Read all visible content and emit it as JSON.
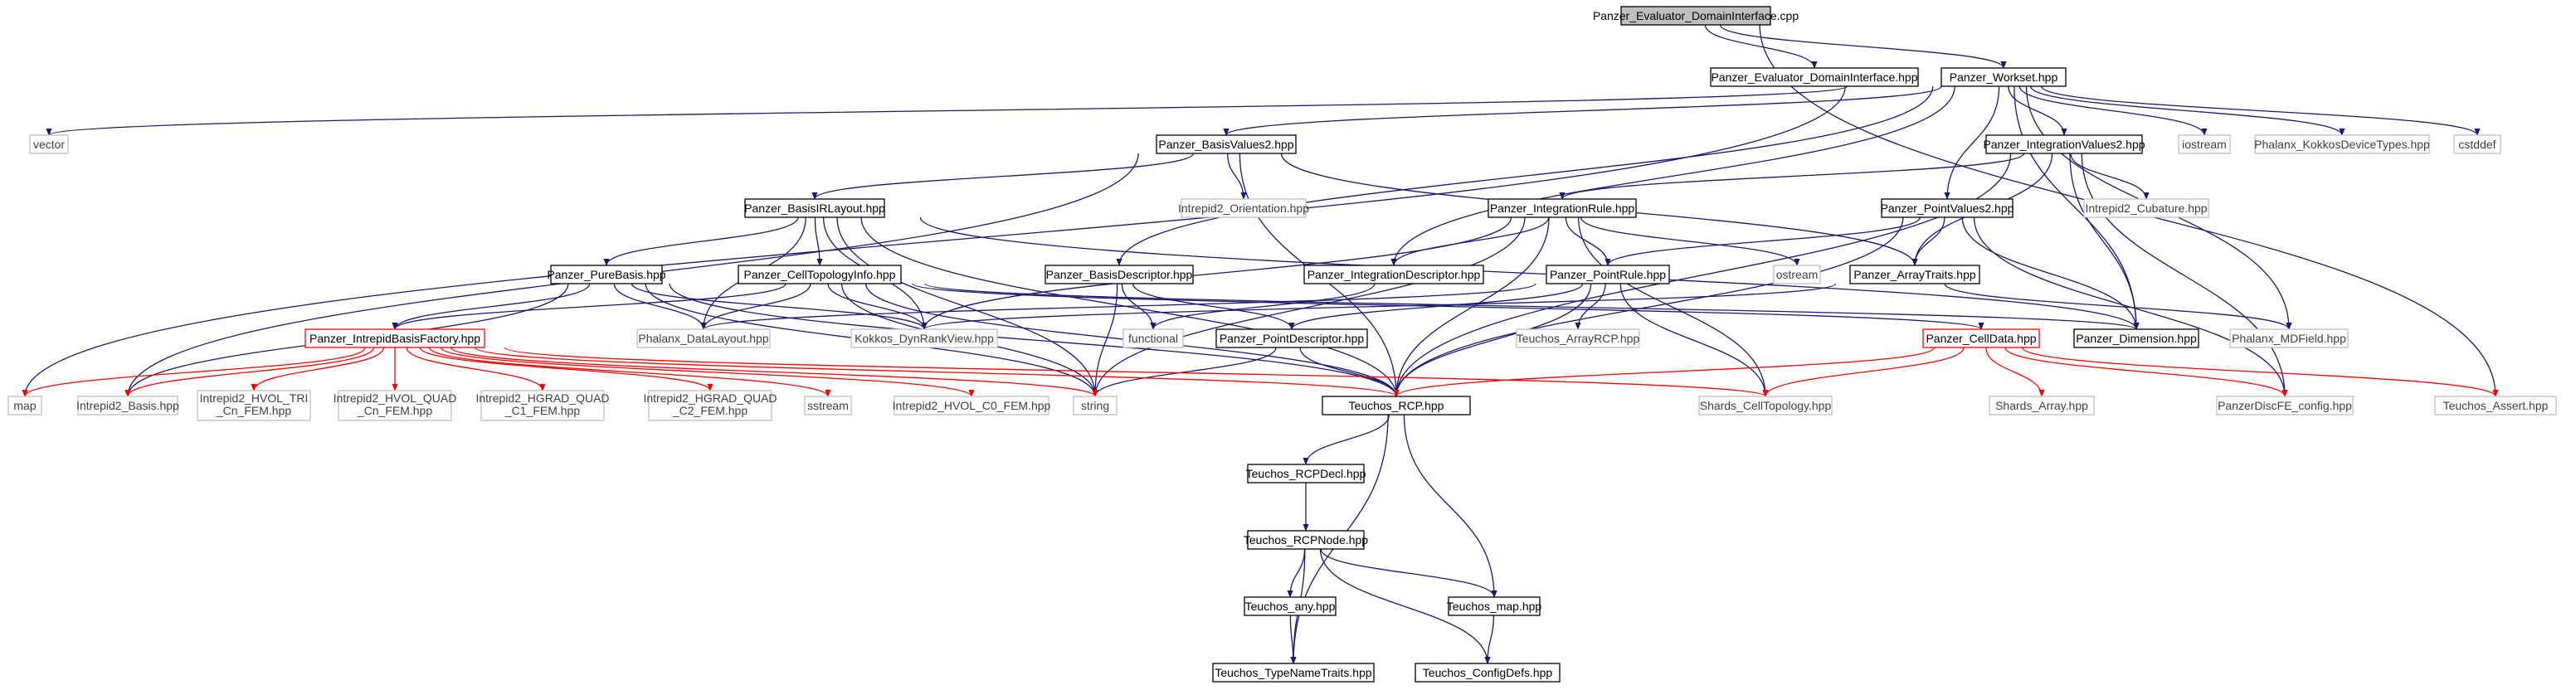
{
  "colors": {
    "edge": "#191970",
    "edge_red": "#ff0000",
    "node_border": "#000000",
    "node_border_gray": "#bfbfbf",
    "node_border_red": "#ff0000",
    "root_fill": "#bfbfbf",
    "text": "#000000",
    "text_gray": "#404040"
  },
  "graph": {
    "nodes": [
      {
        "id": "root",
        "label": "Panzer_Evaluator_DomainInterface.cpp",
        "style": "root"
      },
      {
        "id": "edi",
        "label": "Panzer_Evaluator_DomainInterface.hpp",
        "style": "normal"
      },
      {
        "id": "ws",
        "label": "Panzer_Workset.hpp",
        "style": "normal"
      },
      {
        "id": "vector",
        "label": "vector",
        "style": "gray"
      },
      {
        "id": "bv2",
        "label": "Panzer_BasisValues2.hpp",
        "style": "normal"
      },
      {
        "id": "iv2",
        "label": "Panzer_IntegrationValues2.hpp",
        "style": "normal"
      },
      {
        "id": "iostream",
        "label": "iostream",
        "style": "gray"
      },
      {
        "id": "pkdt",
        "label": "Phalanx_KokkosDeviceTypes.hpp",
        "style": "gray"
      },
      {
        "id": "cstddef",
        "label": "cstddef",
        "style": "gray"
      },
      {
        "id": "birl",
        "label": "Panzer_BasisIRLayout.hpp",
        "style": "normal"
      },
      {
        "id": "iorient",
        "label": "Intrepid2_Orientation.hpp",
        "style": "gray"
      },
      {
        "id": "irule",
        "label": "Panzer_IntegrationRule.hpp",
        "style": "normal"
      },
      {
        "id": "pv2",
        "label": "Panzer_PointValues2.hpp",
        "style": "normal"
      },
      {
        "id": "icub",
        "label": "Intrepid2_Cubature.hpp",
        "style": "gray"
      },
      {
        "id": "pbasis",
        "label": "Panzer_PureBasis.hpp",
        "style": "normal"
      },
      {
        "id": "ctinfo",
        "label": "Panzer_CellTopologyInfo.hpp",
        "style": "normal"
      },
      {
        "id": "bdesc",
        "label": "Panzer_BasisDescriptor.hpp",
        "style": "normal"
      },
      {
        "id": "idesc",
        "label": "Panzer_IntegrationDescriptor.hpp",
        "style": "normal"
      },
      {
        "id": "prule",
        "label": "Panzer_PointRule.hpp",
        "style": "normal"
      },
      {
        "id": "ostream",
        "label": "ostream",
        "style": "gray"
      },
      {
        "id": "atraits",
        "label": "Panzer_ArrayTraits.hpp",
        "style": "normal"
      },
      {
        "id": "ibf",
        "label": "Panzer_IntrepidBasisFactory.hpp",
        "style": "red"
      },
      {
        "id": "pdl",
        "label": "Phalanx_DataLayout.hpp",
        "style": "gray"
      },
      {
        "id": "kdrv",
        "label": "Kokkos_DynRankView.hpp",
        "style": "gray"
      },
      {
        "id": "functional",
        "label": "functional",
        "style": "gray"
      },
      {
        "id": "pdescr",
        "label": "Panzer_PointDescriptor.hpp",
        "style": "normal"
      },
      {
        "id": "tarcp",
        "label": "Teuchos_ArrayRCP.hpp",
        "style": "gray"
      },
      {
        "id": "celldata",
        "label": "Panzer_CellData.hpp",
        "style": "red"
      },
      {
        "id": "pdim",
        "label": "Panzer_Dimension.hpp",
        "style": "normal"
      },
      {
        "id": "pmdf",
        "label": "Phalanx_MDField.hpp",
        "style": "gray"
      },
      {
        "id": "map",
        "label": "map",
        "style": "gray"
      },
      {
        "id": "ib",
        "label": "Intrepid2_Basis.hpp",
        "style": "gray"
      },
      {
        "id": "hvoltri",
        "label": [
          "Intrepid2_HVOL_TRI",
          "_Cn_FEM.hpp"
        ],
        "style": "gray"
      },
      {
        "id": "hvolquad",
        "label": [
          "Intrepid2_HVOL_QUAD",
          "_Cn_FEM.hpp"
        ],
        "style": "gray"
      },
      {
        "id": "hgradc1",
        "label": [
          "Intrepid2_HGRAD_QUAD",
          "_C1_FEM.hpp"
        ],
        "style": "gray"
      },
      {
        "id": "hgradc2",
        "label": [
          "Intrepid2_HGRAD_QUAD",
          "_C2_FEM.hpp"
        ],
        "style": "gray"
      },
      {
        "id": "sstream",
        "label": "sstream",
        "style": "gray"
      },
      {
        "id": "hvolc0",
        "label": "Intrepid2_HVOL_C0_FEM.hpp",
        "style": "gray"
      },
      {
        "id": "string",
        "label": "string",
        "style": "gray"
      },
      {
        "id": "trcp",
        "label": "Teuchos_RCP.hpp",
        "style": "normal"
      },
      {
        "id": "sct",
        "label": "Shards_CellTopology.hpp",
        "style": "gray"
      },
      {
        "id": "pdfe",
        "label": "PanzerDiscFE_config.hpp",
        "style": "gray"
      },
      {
        "id": "tassert",
        "label": "Teuchos_Assert.hpp",
        "style": "gray"
      },
      {
        "id": "sarray",
        "label": "Shards_Array.hpp",
        "style": "gray"
      },
      {
        "id": "trcpdecl",
        "label": "Teuchos_RCPDecl.hpp",
        "style": "normal"
      },
      {
        "id": "trcpnode",
        "label": "Teuchos_RCPNode.hpp",
        "style": "normal"
      },
      {
        "id": "tany",
        "label": "Teuchos_any.hpp",
        "style": "normal"
      },
      {
        "id": "tmap",
        "label": "Teuchos_map.hpp",
        "style": "normal"
      },
      {
        "id": "ttnt",
        "label": "Teuchos_TypeNameTraits.hpp",
        "style": "normal"
      },
      {
        "id": "tcd",
        "label": "Teuchos_ConfigDefs.hpp",
        "style": "normal"
      }
    ],
    "edges": [
      {
        "from": "root",
        "to": "edi"
      },
      {
        "from": "root",
        "to": "ws"
      },
      {
        "from": "root",
        "to": "tassert"
      },
      {
        "from": "ws",
        "to": "vector"
      },
      {
        "from": "ws",
        "to": "map"
      },
      {
        "from": "ws",
        "to": "bv2"
      },
      {
        "from": "ws",
        "to": "bdesc"
      },
      {
        "from": "ws",
        "to": "idesc"
      },
      {
        "from": "ws",
        "to": "pv2"
      },
      {
        "from": "ws",
        "to": "iv2"
      },
      {
        "from": "ws",
        "to": "iostream"
      },
      {
        "from": "ws",
        "to": "pkdt"
      },
      {
        "from": "ws",
        "to": "cstddef"
      },
      {
        "from": "ws",
        "to": "pdim"
      },
      {
        "from": "ws",
        "to": "pmdf"
      },
      {
        "from": "bv2",
        "to": "birl"
      },
      {
        "from": "bv2",
        "to": "iorient"
      },
      {
        "from": "bv2",
        "to": "atraits"
      },
      {
        "from": "bv2",
        "to": "ib"
      },
      {
        "from": "bv2",
        "to": "trcp"
      },
      {
        "from": "iv2",
        "to": "irule"
      },
      {
        "from": "iv2",
        "to": "atraits"
      },
      {
        "from": "iv2",
        "to": "icub"
      },
      {
        "from": "iv2",
        "to": "pdim"
      },
      {
        "from": "iv2",
        "to": "pdfe"
      },
      {
        "from": "iv2",
        "to": "trcp"
      },
      {
        "from": "birl",
        "to": "pbasis"
      },
      {
        "from": "birl",
        "to": "ctinfo"
      },
      {
        "from": "birl",
        "to": "pdl"
      },
      {
        "from": "birl",
        "to": "kdrv"
      },
      {
        "from": "birl",
        "to": "string"
      },
      {
        "from": "birl",
        "to": "trcp"
      },
      {
        "from": "birl",
        "to": "pdim"
      },
      {
        "from": "irule",
        "to": "idesc"
      },
      {
        "from": "irule",
        "to": "prule"
      },
      {
        "from": "irule",
        "to": "ostream"
      },
      {
        "from": "irule",
        "to": "sct"
      },
      {
        "from": "irule",
        "to": "trcp"
      },
      {
        "from": "irule",
        "to": "kdrv"
      },
      {
        "from": "irule",
        "to": "string"
      },
      {
        "from": "pv2",
        "to": "prule"
      },
      {
        "from": "pv2",
        "to": "atraits"
      },
      {
        "from": "pv2",
        "to": "pdim"
      },
      {
        "from": "pv2",
        "to": "pdfe"
      },
      {
        "from": "pv2",
        "to": "trcp"
      },
      {
        "from": "pbasis",
        "to": "ibf"
      },
      {
        "from": "pbasis",
        "to": "pdl"
      },
      {
        "from": "pbasis",
        "to": "kdrv"
      },
      {
        "from": "pbasis",
        "to": "string"
      },
      {
        "from": "pbasis",
        "to": "trcp"
      },
      {
        "from": "pbasis",
        "to": "ib"
      },
      {
        "from": "ctinfo",
        "to": "ibf"
      },
      {
        "from": "ctinfo",
        "to": "pdl"
      },
      {
        "from": "ctinfo",
        "to": "kdrv"
      },
      {
        "from": "ctinfo",
        "to": "string"
      },
      {
        "from": "ctinfo",
        "to": "trcp"
      },
      {
        "from": "ctinfo",
        "to": "celldata"
      },
      {
        "from": "ctinfo",
        "to": "pdim"
      },
      {
        "from": "bdesc",
        "to": "functional"
      },
      {
        "from": "bdesc",
        "to": "string"
      },
      {
        "from": "bdesc",
        "to": "pdescr"
      },
      {
        "from": "idesc",
        "to": "functional"
      },
      {
        "from": "prule",
        "to": "pdescr"
      },
      {
        "from": "prule",
        "to": "tarcp"
      },
      {
        "from": "prule",
        "to": "sct"
      },
      {
        "from": "prule",
        "to": "pdl"
      },
      {
        "from": "prule",
        "to": "trcp"
      },
      {
        "from": "atraits",
        "to": "kdrv"
      },
      {
        "from": "atraits",
        "to": "pmdf"
      },
      {
        "from": "pdescr",
        "to": "string"
      },
      {
        "from": "pdescr",
        "to": "trcp"
      },
      {
        "from": "ibf",
        "to": "map"
      },
      {
        "from": "ibf",
        "to": "ib"
      },
      {
        "from": "ibf",
        "to": "hvoltri"
      },
      {
        "from": "ibf",
        "to": "hvolquad"
      },
      {
        "from": "ibf",
        "to": "hgradc1"
      },
      {
        "from": "ibf",
        "to": "hgradc2"
      },
      {
        "from": "ibf",
        "to": "sstream"
      },
      {
        "from": "ibf",
        "to": "hvolc0"
      },
      {
        "from": "ibf",
        "to": "string"
      },
      {
        "from": "ibf",
        "to": "trcp"
      },
      {
        "from": "ibf",
        "to": "sct"
      },
      {
        "from": "celldata",
        "to": "sarray"
      },
      {
        "from": "celldata",
        "to": "sct"
      },
      {
        "from": "celldata",
        "to": "trcp"
      },
      {
        "from": "celldata",
        "to": "pdfe"
      },
      {
        "from": "celldata",
        "to": "tassert"
      },
      {
        "from": "trcp",
        "to": "trcpdecl"
      },
      {
        "from": "trcp",
        "to": "tmap"
      },
      {
        "from": "trcp",
        "to": "ttnt"
      },
      {
        "from": "trcpdecl",
        "to": "trcpnode"
      },
      {
        "from": "trcpnode",
        "to": "tany"
      },
      {
        "from": "trcpnode",
        "to": "tmap"
      },
      {
        "from": "trcpnode",
        "to": "ttnt"
      },
      {
        "from": "trcpnode",
        "to": "tcd"
      },
      {
        "from": "tany",
        "to": "ttnt"
      },
      {
        "from": "tmap",
        "to": "tcd"
      }
    ]
  }
}
